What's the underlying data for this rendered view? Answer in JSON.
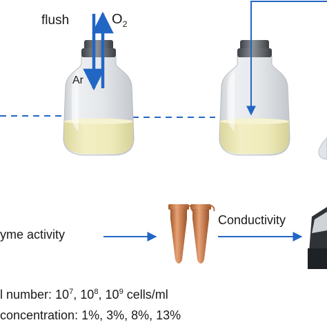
{
  "labels": {
    "flush": "flush",
    "o2": "O",
    "o2_subscript": "2",
    "ar": "Ar",
    "enzyme_activity": "yme activity",
    "conductivity": "Conductivity",
    "cell_number_prefix": "l number: 10",
    "cell_number_exp1": "7",
    "cell_number_mid1": ", 10",
    "cell_number_exp2": "8",
    "cell_number_mid2": ", 10",
    "cell_number_exp3": "9",
    "cell_number_suffix": " cells/ml",
    "concentration": "concentration: 1%, 3%, 8%, 13%"
  },
  "colors": {
    "arrow_blue": "#2266c4",
    "glass": "#dfe3e6",
    "liquid": "#ece8b4",
    "cap_dark": "#555a60",
    "tube_copper": "#c8794a"
  },
  "icons": [
    "serum-bottle-icon",
    "serum-bottle-icon",
    "microcentrifuge-tube-icon",
    "microcentrifuge-tube-icon",
    "conductivity-meter-icon"
  ]
}
